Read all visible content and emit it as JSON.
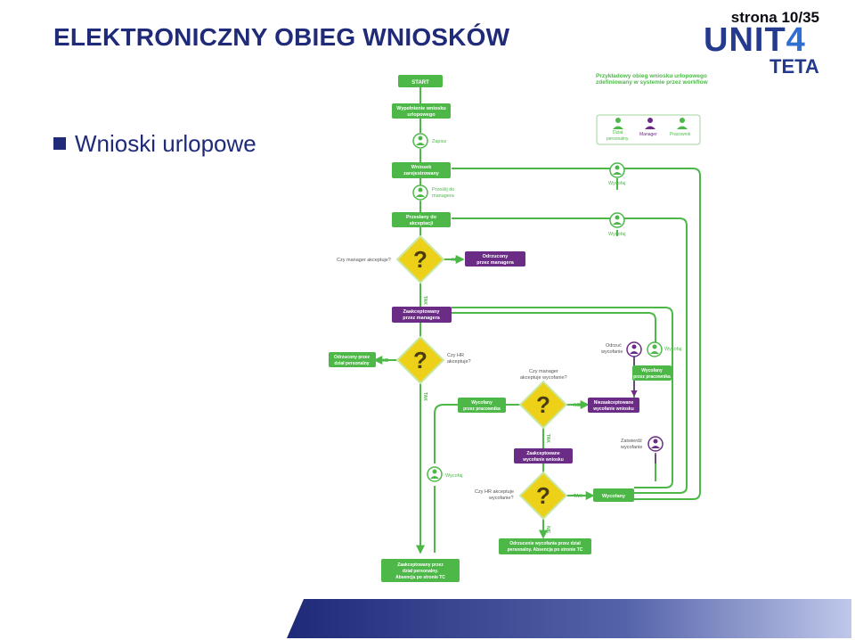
{
  "slide": {
    "title": "ELEKTRONICZNY OBIEG WNIOSKÓW",
    "bullet": "Wnioski urlopowe",
    "page_label": "strona 10/35",
    "colors": {
      "title": "#1f2a78",
      "green": "#4db848",
      "purple": "#6b2c86",
      "yellow": "#ecd118",
      "footer": "#1f2a78"
    }
  },
  "logo": {
    "brand": "UNIT",
    "brand_digit": "4",
    "sub": "TETA"
  },
  "diagram": {
    "heading_line1": "Przykładowy obieg wniosku urlopowego",
    "heading_line2": "zdefiniowany w systemie przez workflow",
    "legend": {
      "hr": [
        "Dział",
        "personalny"
      ],
      "manager": "Manager",
      "employee": "Pracownik"
    },
    "nodes": {
      "start": "START",
      "fill": [
        "Wypełnienie wniosku",
        "urlopowego"
      ],
      "registered": [
        "Wniosek",
        "zarejestrowany"
      ],
      "sent": [
        "Przesłany do",
        "akceptacji"
      ],
      "rejected_mgr": [
        "Odrzucony",
        "przez managera"
      ],
      "accepted_mgr": [
        "Zaakceptowany",
        "przez managera"
      ],
      "rejected_hr": [
        "Odrzucony przez",
        "dział personalny"
      ],
      "withdrawn_emp_right": [
        "Wycofany",
        "przez pracownika"
      ],
      "withdrawn_emp_mid": [
        "Wycofany",
        "przez pracownika"
      ],
      "not_accepted_withdraw": [
        "Niezaakceptowane",
        "wycofanie wniosku"
      ],
      "accepted_withdraw": [
        "Zaakceptowane",
        "wycofanie wniosku"
      ],
      "withdrawn": "Wycofany",
      "rejected_withdraw_hr": [
        "Odrzucenie wycofania przez dział",
        "personalny. Absencja po stronie TC"
      ],
      "accepted_hr": [
        "Zaakceptowany przez",
        "dział personalny.",
        "Absencja po stronie TC"
      ]
    },
    "actions": {
      "save": "Zapisz",
      "send_mgr": [
        "Prześlij do",
        "managera"
      ],
      "withdraw": "Wycofaj",
      "reject_withdraw": [
        "Odrzuć",
        "wycofanie"
      ],
      "approve_withdraw": [
        "Zatwierdź",
        "wycofanie"
      ]
    },
    "questions": {
      "q_mgr": "Czy manager akceptuje?",
      "q_hr": [
        "Czy HR",
        "akceptuje?"
      ],
      "q_mgr_withdraw": [
        "Czy manager",
        "akceptuje wycofanie?"
      ],
      "q_hr_withdraw": [
        "Czy HR akceptuje",
        "wycofanie?"
      ]
    },
    "answers": {
      "no": "NIE",
      "yes": "TAK"
    }
  }
}
